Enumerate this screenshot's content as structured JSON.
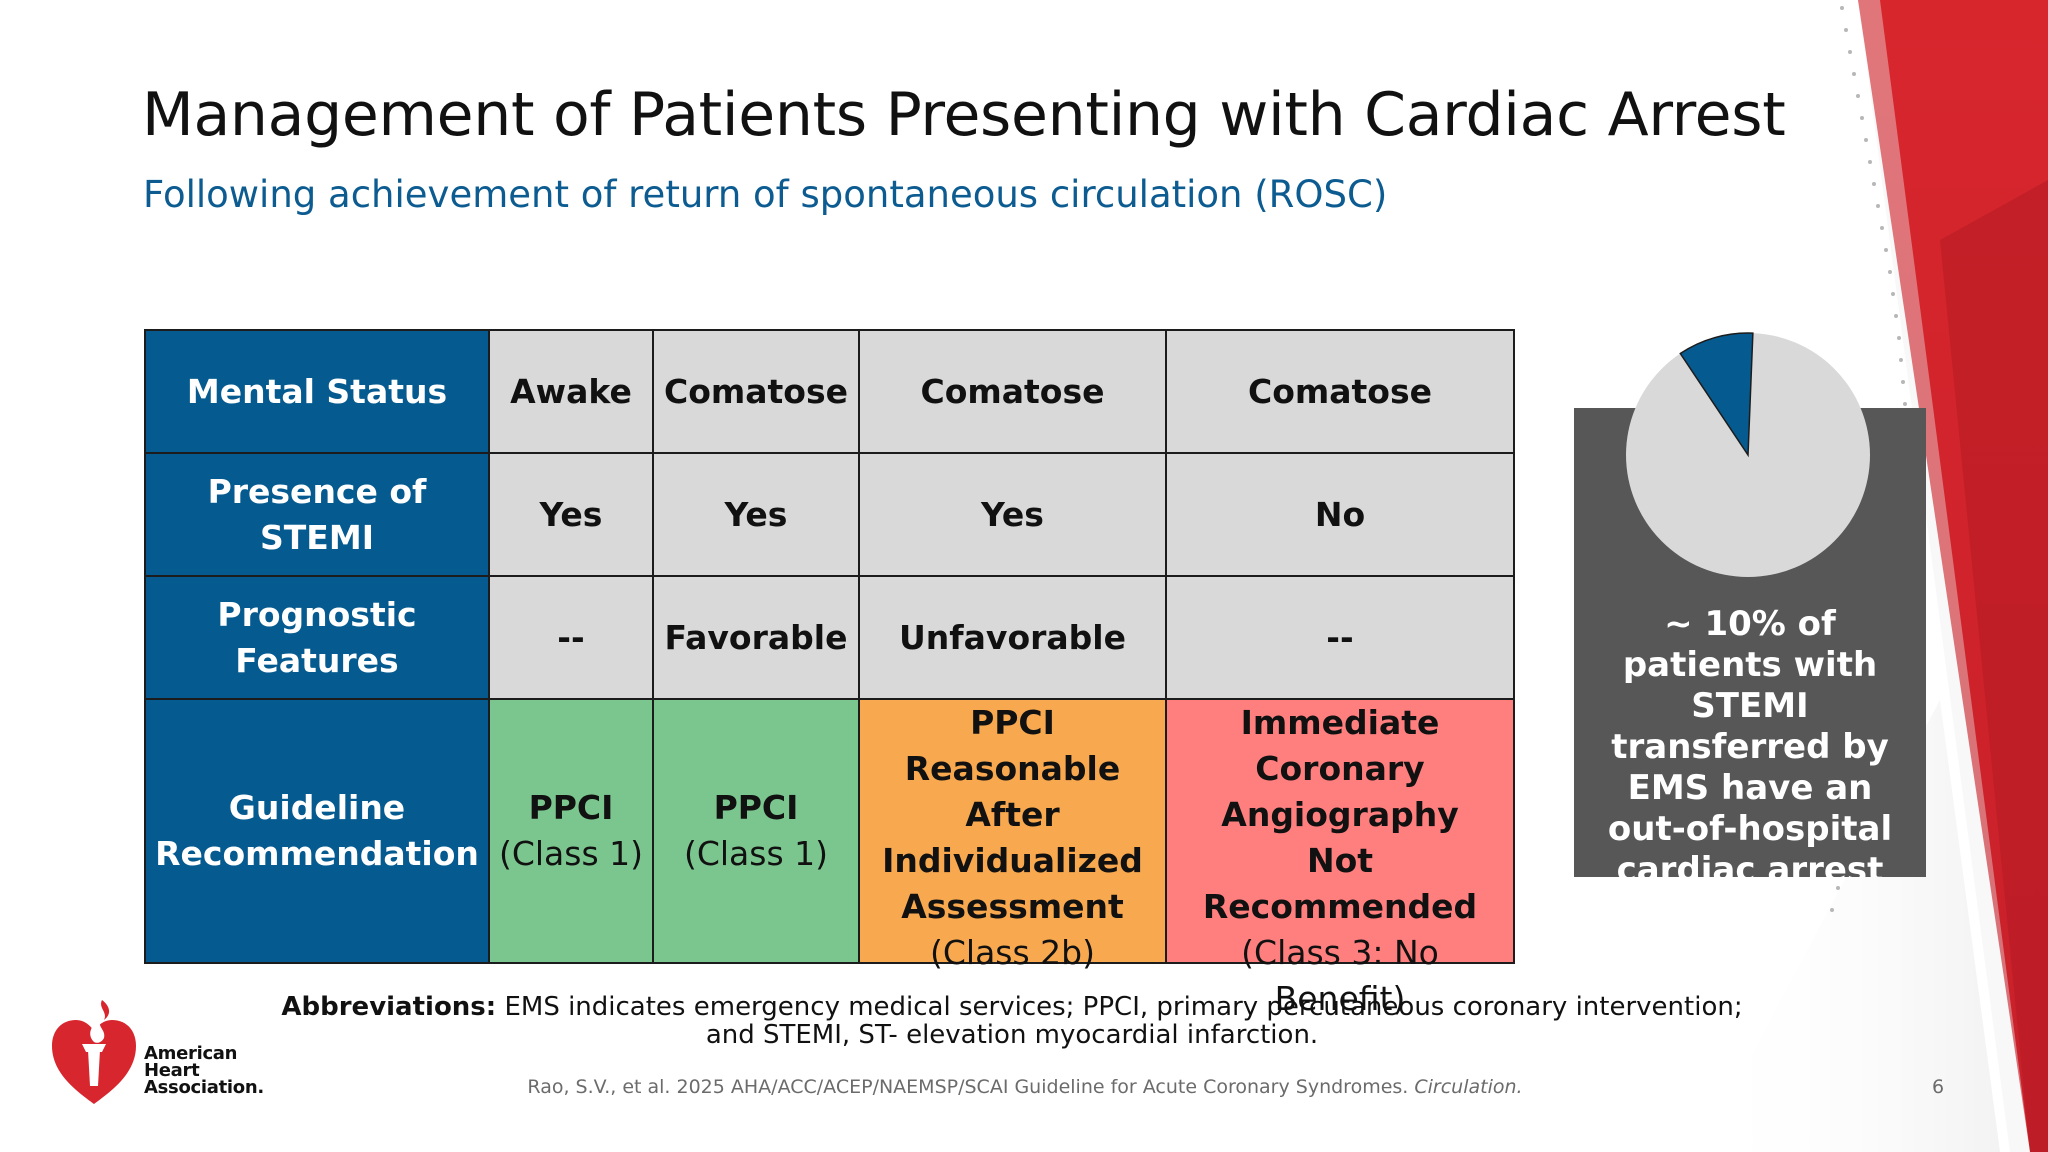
{
  "slide": {
    "title": "Management of Patients Presenting with Cardiac Arrest",
    "subtitle": "Following achievement of return of spontaneous circulation (ROSC)",
    "page_number": "6"
  },
  "table": {
    "rows": [
      {
        "header": "Mental Status",
        "cells": [
          "Awake",
          "Comatose",
          "Comatose",
          "Comatose"
        ]
      },
      {
        "header": "Presence of STEMI",
        "cells": [
          "Yes",
          "Yes",
          "Yes",
          "No"
        ]
      },
      {
        "header": "Prognostic Features",
        "cells": [
          "--",
          "Favorable",
          "Unfavorable",
          "--"
        ]
      },
      {
        "header": "Guideline Recommendation",
        "cells": [
          {
            "bold": "PPCI",
            "normal": "(Class 1)"
          },
          {
            "bold": "PPCI",
            "normal": "(Class 1)"
          },
          {
            "bold": "PPCI Reasonable After Individualized Assessment",
            "normal": "(Class 2b)"
          },
          {
            "bold": "Immediate Coronary Angiography Not Recommended",
            "normal": "(Class 3: No Benefit)"
          }
        ]
      }
    ]
  },
  "stat_callout": {
    "text": "~ 10% of patients with STEMI transferred by EMS have an out-of-hospital cardiac arrest",
    "percent": 10
  },
  "footnote": {
    "label": "Abbreviations:",
    "text": " EMS indicates emergency medical services; PPCI, primary percutaneous coronary intervention; and STEMI, ST- elevation myocardial infarction."
  },
  "citation": {
    "text": "Rao, S.V., et al. 2025 AHA/ACC/ACEP/NAEMSP/SCAI Guideline for Acute Coronary Syndromes. ",
    "journal": "Circulation."
  },
  "logo": {
    "line1": "American",
    "line2": "Heart",
    "line3": "Association."
  },
  "colors": {
    "header_blue": "#055a8f",
    "grey": "#d9d9d9",
    "green": "#7bc68e",
    "orange": "#f8a94f",
    "red": "#ff7f7f",
    "accent_red": "#d7262d",
    "stat_box": "#575757"
  }
}
